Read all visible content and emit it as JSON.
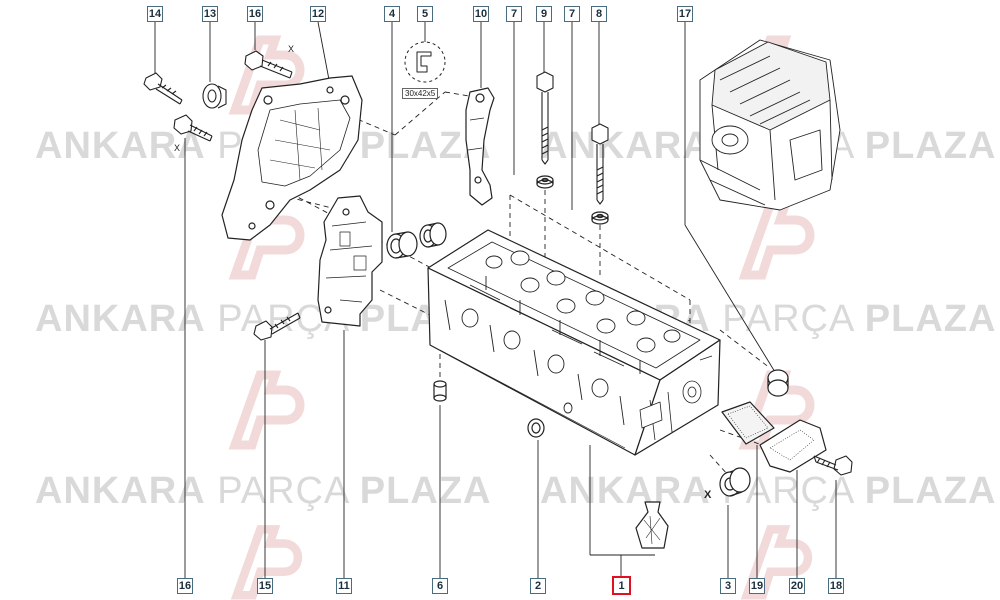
{
  "watermark": {
    "brand_bold_1": "ANKARA",
    "brand_light": "PARÇA",
    "brand_bold_2": "PLAZA"
  },
  "callouts": {
    "top": [
      "14",
      "13",
      "16",
      "12",
      "4",
      "5",
      "10",
      "7",
      "9",
      "7",
      "8",
      "17"
    ],
    "bottom": [
      "16",
      "15",
      "11",
      "6",
      "2",
      "1",
      "3",
      "19",
      "20",
      "18"
    ],
    "highlighted": "1"
  },
  "annotations": {
    "seal_size": "30x42x5",
    "clearance_mark": "X"
  },
  "colors": {
    "callout_border": "#4a6c80",
    "highlight": "#e01020",
    "line": "#222222",
    "watermark": "#d9d9d9"
  }
}
